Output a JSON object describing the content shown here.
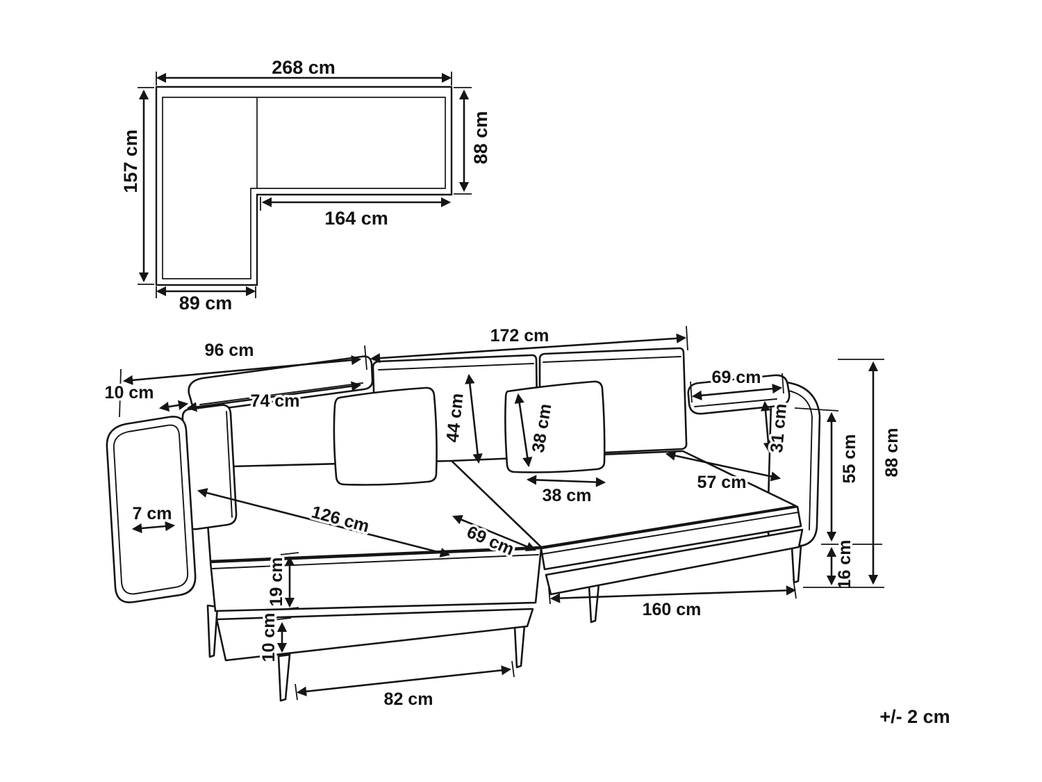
{
  "tolerance": "+/- 2 cm",
  "top_view": {
    "overall_width": "268 cm",
    "right_depth": "88 cm",
    "left_depth": "157 cm",
    "inner_width": "164 cm",
    "chaise_width": "89 cm"
  },
  "sofa_view": {
    "left_back_width": "96 cm",
    "main_back_width": "172 cm",
    "back_overhang": "10 cm",
    "left_back_inner": "74 cm",
    "back_cushion_height": "44 cm",
    "pillow_height": "38 cm",
    "pillow_width": "38 cm",
    "right_arm_length": "69 cm",
    "right_arm_drop": "31 cm",
    "right_seat_depth": "57 cm",
    "arm_thickness": "7 cm",
    "chaise_length": "126 cm",
    "mid_seat_depth": "69 cm",
    "side_height": "55 cm",
    "total_height": "88 cm",
    "leg_height": "16 cm",
    "front_width": "160 cm",
    "cushion_thickness": "19 cm",
    "base_height": "10 cm",
    "leg_span": "82 cm"
  }
}
